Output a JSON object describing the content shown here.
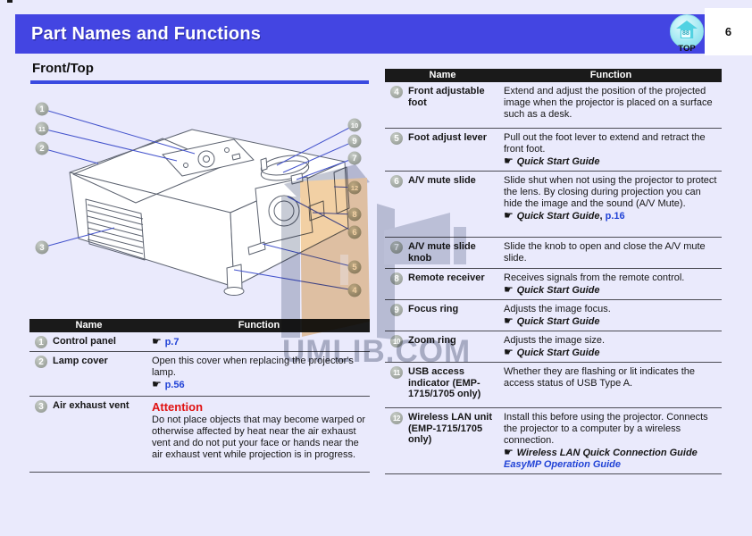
{
  "header": {
    "title": "Part Names and Functions",
    "page_number": "6",
    "top_icon": {
      "label": "TOP",
      "glyph_text": "88"
    }
  },
  "section": {
    "heading": "Front/Top"
  },
  "diagram": {
    "callouts": [
      "1",
      "11",
      "2",
      "3",
      "10",
      "9",
      "7",
      "12",
      "8",
      "6",
      "5",
      "4"
    ]
  },
  "watermark": {
    "text": "UMLIB.COM"
  },
  "left_table": {
    "headers": [
      "Name",
      "Function"
    ],
    "rows": [
      {
        "num": "1",
        "name": "Control panel",
        "func": [
          [
            {
              "t": "☛ ",
              "s": "ptr"
            },
            {
              "t": "p.7",
              "s": "L"
            }
          ]
        ]
      },
      {
        "num": "2",
        "name": "Lamp cover",
        "func": [
          [
            {
              "t": "Open this cover when replacing the projector's lamp.",
              "s": "n"
            }
          ],
          [
            {
              "t": "☛ ",
              "s": "ptr"
            },
            {
              "t": "p.56",
              "s": "L"
            }
          ]
        ]
      },
      {
        "num": "3",
        "name": "Air exhaust vent",
        "func": [
          [
            {
              "t": "Attention",
              "s": "att"
            }
          ],
          [
            {
              "t": "Do not place objects that may become warped or otherwise affected by heat near the air exhaust vent and do not put your face or hands near the air exhaust vent while projection is in progress.",
              "s": "n"
            }
          ]
        ]
      }
    ]
  },
  "right_table": {
    "headers": [
      "Name",
      "Function"
    ],
    "rows": [
      {
        "num": "4",
        "name": "Front adjustable foot",
        "func": [
          [
            {
              "t": "Extend and adjust the position of the projected image when the projector is placed on a surface such as a desk.",
              "s": "n"
            }
          ]
        ]
      },
      {
        "num": "5",
        "name": "Foot adjust lever",
        "func": [
          [
            {
              "t": "Pull out the foot lever to extend and retract the front foot.",
              "s": "n"
            }
          ],
          [
            {
              "t": "☛ ",
              "s": "ptr"
            },
            {
              "t": "Quick Start Guide",
              "s": "i"
            }
          ]
        ]
      },
      {
        "num": "6",
        "name": "A/V mute slide",
        "func": [
          [
            {
              "t": "Slide shut when not using the projector to protect the lens. By closing during projection you can hide the image and the sound (A/V Mute).",
              "s": "n"
            }
          ],
          [
            {
              "t": "☛ ",
              "s": "ptr"
            },
            {
              "t": "Quick Start Guide",
              "s": "i"
            },
            {
              "t": ", ",
              "s": "b"
            },
            {
              "t": "p.16",
              "s": "L"
            }
          ]
        ]
      },
      {
        "num": "7",
        "name": "A/V mute slide knob",
        "func": [
          [
            {
              "t": "Slide the knob to open and close the A/V mute slide.",
              "s": "n"
            }
          ]
        ]
      },
      {
        "num": "8",
        "name": "Remote receiver",
        "func": [
          [
            {
              "t": "Receives signals from the remote control.",
              "s": "n"
            }
          ],
          [
            {
              "t": "☛ ",
              "s": "ptr"
            },
            {
              "t": "Quick Start Guide",
              "s": "i"
            }
          ]
        ]
      },
      {
        "num": "9",
        "name": "Focus ring",
        "func": [
          [
            {
              "t": "Adjusts the image focus.",
              "s": "n"
            }
          ],
          [
            {
              "t": "☛ ",
              "s": "ptr"
            },
            {
              "t": "Quick Start Guide",
              "s": "i"
            }
          ]
        ]
      },
      {
        "num": "10",
        "name": "Zoom ring",
        "func": [
          [
            {
              "t": "Adjusts the image size.",
              "s": "n"
            }
          ],
          [
            {
              "t": "☛ ",
              "s": "ptr"
            },
            {
              "t": "Quick Start Guide",
              "s": "i"
            }
          ]
        ]
      },
      {
        "num": "11",
        "name": "USB access indicator (EMP-1715/1705 only)",
        "func": [
          [
            {
              "t": "Whether they are flashing or lit indicates the access status of USB Type A.",
              "s": "n"
            }
          ]
        ]
      },
      {
        "num": "12",
        "name": "Wireless LAN unit (EMP-1715/1705 only)",
        "func": [
          [
            {
              "t": "Install this before using the projector. Connects the projector to a computer by a wireless connection.",
              "s": "n"
            }
          ],
          [
            {
              "t": "☛ ",
              "s": "ptr"
            },
            {
              "t": "Wireless LAN Quick Connection Guide",
              "s": "i"
            }
          ],
          [
            {
              "t": "EasyMP Operation Guide",
              "s": "Li"
            }
          ]
        ]
      }
    ]
  },
  "colors": {
    "background": "#eaeafc",
    "header_bar": "#4345e2",
    "accent_rule": "#3a4ae0",
    "link": "#2143d6",
    "attention": "#e01212",
    "table_header_bg": "#1a1a1a",
    "callout_line": "#4353cc",
    "watermark_tan": "#f2d0a4"
  }
}
